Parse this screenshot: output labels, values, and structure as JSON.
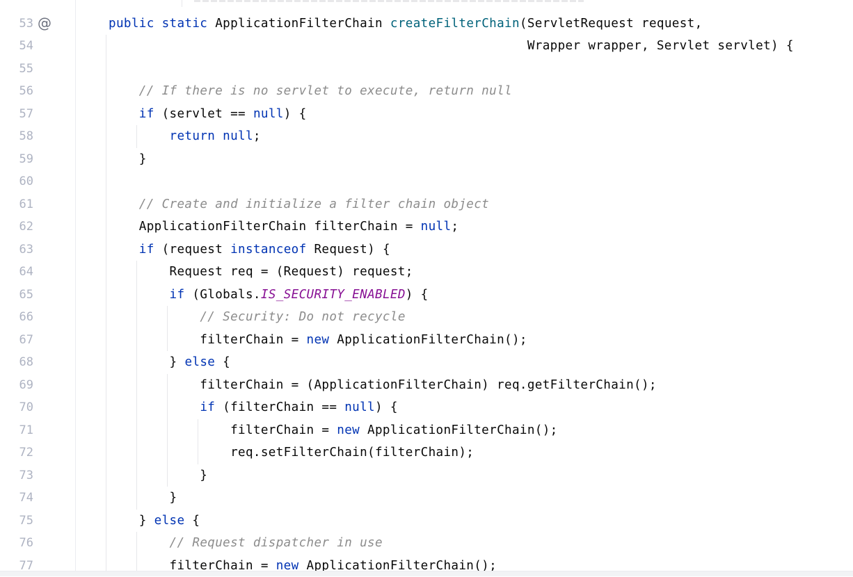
{
  "editor": {
    "colors": {
      "keyword": "#0033b3",
      "method": "#00627a",
      "comment": "#8c8c8c",
      "static_field": "#871094",
      "text": "#080808",
      "line_number": "#aeb3c2"
    },
    "annotation_icon": {
      "line": 53,
      "glyph": "@",
      "icon": "override-annotation-icon"
    },
    "lines": [
      {
        "n": "53",
        "tokens": [
          {
            "t": "public static ",
            "c": "k"
          },
          {
            "t": "ApplicationFilterChain ",
            "c": "p"
          },
          {
            "t": "createFilterChain",
            "c": "m"
          },
          {
            "t": "(ServletRequest request,",
            "c": "p"
          }
        ]
      },
      {
        "n": "54",
        "tokens": [
          {
            "t": "                                                       Wrapper wrapper, Servlet servlet) {",
            "c": "p"
          }
        ]
      },
      {
        "n": "55",
        "tokens": []
      },
      {
        "n": "56",
        "tokens": [
          {
            "t": "    ",
            "c": "p"
          },
          {
            "t": "// If there is no servlet to execute, return null",
            "c": "c"
          }
        ]
      },
      {
        "n": "57",
        "tokens": [
          {
            "t": "    ",
            "c": "p"
          },
          {
            "t": "if",
            "c": "k"
          },
          {
            "t": " (servlet == ",
            "c": "p"
          },
          {
            "t": "null",
            "c": "k"
          },
          {
            "t": ") {",
            "c": "p"
          }
        ]
      },
      {
        "n": "58",
        "tokens": [
          {
            "t": "        ",
            "c": "p"
          },
          {
            "t": "return null",
            "c": "k"
          },
          {
            "t": ";",
            "c": "p"
          }
        ]
      },
      {
        "n": "59",
        "tokens": [
          {
            "t": "    }",
            "c": "p"
          }
        ]
      },
      {
        "n": "60",
        "tokens": []
      },
      {
        "n": "61",
        "tokens": [
          {
            "t": "    ",
            "c": "p"
          },
          {
            "t": "// Create and initialize a filter chain object",
            "c": "c"
          }
        ]
      },
      {
        "n": "62",
        "tokens": [
          {
            "t": "    ApplicationFilterChain filterChain = ",
            "c": "p"
          },
          {
            "t": "null",
            "c": "k"
          },
          {
            "t": ";",
            "c": "p"
          }
        ]
      },
      {
        "n": "63",
        "tokens": [
          {
            "t": "    ",
            "c": "p"
          },
          {
            "t": "if",
            "c": "k"
          },
          {
            "t": " (request ",
            "c": "p"
          },
          {
            "t": "instanceof",
            "c": "k"
          },
          {
            "t": " Request) {",
            "c": "p"
          }
        ]
      },
      {
        "n": "64",
        "tokens": [
          {
            "t": "        Request req = (Request) request;",
            "c": "p"
          }
        ]
      },
      {
        "n": "65",
        "tokens": [
          {
            "t": "        ",
            "c": "p"
          },
          {
            "t": "if",
            "c": "k"
          },
          {
            "t": " (Globals.",
            "c": "p"
          },
          {
            "t": "IS_SECURITY_ENABLED",
            "c": "s"
          },
          {
            "t": ") {",
            "c": "p"
          }
        ]
      },
      {
        "n": "66",
        "tokens": [
          {
            "t": "            ",
            "c": "p"
          },
          {
            "t": "// Security: Do not recycle",
            "c": "c"
          }
        ]
      },
      {
        "n": "67",
        "tokens": [
          {
            "t": "            filterChain = ",
            "c": "p"
          },
          {
            "t": "new",
            "c": "k"
          },
          {
            "t": " ApplicationFilterChain();",
            "c": "p"
          }
        ]
      },
      {
        "n": "68",
        "tokens": [
          {
            "t": "        } ",
            "c": "p"
          },
          {
            "t": "else",
            "c": "k"
          },
          {
            "t": " {",
            "c": "p"
          }
        ]
      },
      {
        "n": "69",
        "tokens": [
          {
            "t": "            filterChain = (ApplicationFilterChain) req.getFilterChain();",
            "c": "p"
          }
        ]
      },
      {
        "n": "70",
        "tokens": [
          {
            "t": "            ",
            "c": "p"
          },
          {
            "t": "if",
            "c": "k"
          },
          {
            "t": " (filterChain == ",
            "c": "p"
          },
          {
            "t": "null",
            "c": "k"
          },
          {
            "t": ") {",
            "c": "p"
          }
        ]
      },
      {
        "n": "71",
        "tokens": [
          {
            "t": "                filterChain = ",
            "c": "p"
          },
          {
            "t": "new",
            "c": "k"
          },
          {
            "t": " ApplicationFilterChain();",
            "c": "p"
          }
        ]
      },
      {
        "n": "72",
        "tokens": [
          {
            "t": "                req.setFilterChain(filterChain);",
            "c": "p"
          }
        ]
      },
      {
        "n": "73",
        "tokens": [
          {
            "t": "            }",
            "c": "p"
          }
        ]
      },
      {
        "n": "74",
        "tokens": [
          {
            "t": "        }",
            "c": "p"
          }
        ]
      },
      {
        "n": "75",
        "tokens": [
          {
            "t": "    } ",
            "c": "p"
          },
          {
            "t": "else",
            "c": "k"
          },
          {
            "t": " {",
            "c": "p"
          }
        ]
      },
      {
        "n": "76",
        "tokens": [
          {
            "t": "        ",
            "c": "p"
          },
          {
            "t": "// Request dispatcher in use",
            "c": "c"
          }
        ]
      },
      {
        "n": "77",
        "tokens": [
          {
            "t": "        filterChain = ",
            "c": "p"
          },
          {
            "t": "new",
            "c": "k"
          },
          {
            "t": " ApplicationFilterChain();",
            "c": "p"
          }
        ]
      }
    ]
  }
}
